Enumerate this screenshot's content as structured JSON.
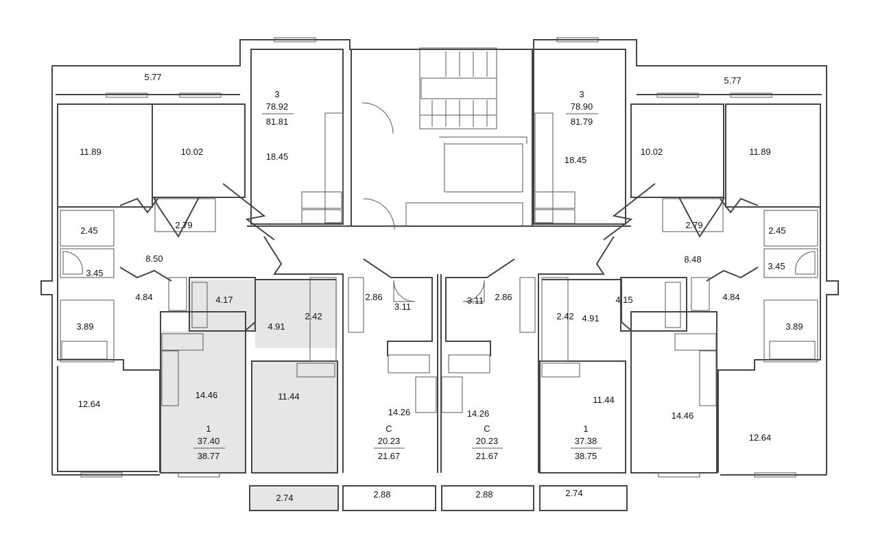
{
  "plan": {
    "highlight_color": "#e6e6e6",
    "wall_color": "#444444",
    "apartments": {
      "west_3": {
        "rooms": "3",
        "area_living": "78.92",
        "area_total": "81.81"
      },
      "east_3": {
        "rooms": "3",
        "area_living": "78.90",
        "area_total": "81.79"
      },
      "west_1": {
        "rooms": "1",
        "area_living": "37.40",
        "area_total": "38.77"
      },
      "east_1": {
        "rooms": "1",
        "area_living": "37.38",
        "area_total": "38.75"
      },
      "studio_w": {
        "rooms": "С",
        "area_living": "20.23",
        "area_total": "21.67"
      },
      "studio_e": {
        "rooms": "С",
        "area_living": "20.23",
        "area_total": "21.67"
      }
    },
    "rooms": {
      "balc_nw": "5.77",
      "balc_ne": "5.77",
      "w_room_1189": "11.89",
      "w_room_1002": "10.02",
      "w_kitchen_1845": "18.45",
      "e_kitchen_1845": "18.45",
      "e_room_1002": "10.02",
      "e_room_1189": "11.89",
      "w_245": "2.45",
      "w_279": "2.79",
      "e_279": "2.79",
      "e_245": "2.45",
      "w_hall_850": "8.50",
      "e_hall_848": "8.48",
      "w_bath_345": "3.45",
      "e_bath_345": "3.45",
      "w_484": "4.84",
      "e_484": "4.84",
      "w_bath_417": "4.17",
      "e_bath_415": "4.15",
      "w_491": "4.91",
      "e_491": "4.91",
      "w_242": "2.42",
      "e_242": "2.42",
      "w_286": "2.86",
      "e_286": "2.86",
      "w_311": "3.11",
      "e_311": "3.11",
      "w_389": "3.89",
      "e_389": "3.89",
      "w_1264": "12.64",
      "e_1264": "12.64",
      "w_1446": "14.46",
      "e_1446": "14.46",
      "w_1144": "11.44",
      "e_1144": "11.44",
      "s_w_1426": "14.26",
      "s_e_1426": "14.26",
      "balc_274_w": "2.74",
      "balc_288_w": "2.88",
      "balc_288_e": "2.88",
      "balc_274_e": "2.74"
    }
  }
}
